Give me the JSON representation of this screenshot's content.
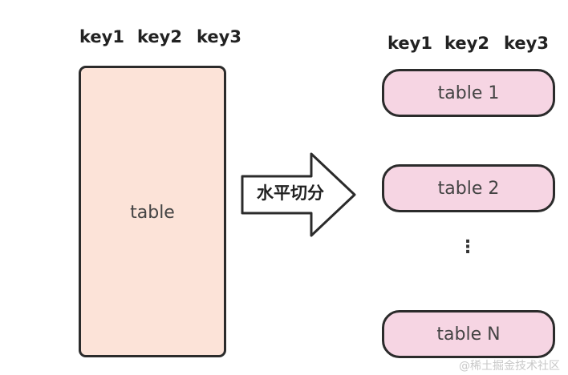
{
  "left": {
    "keys": [
      "key1",
      "key2",
      "key3"
    ],
    "table_label": "table"
  },
  "arrow": {
    "label": "水平切分"
  },
  "right": {
    "keys": [
      "key1",
      "key2",
      "key3"
    ],
    "shards": [
      {
        "label": "table 1"
      },
      {
        "label": "table 2"
      },
      {
        "label": "table N"
      }
    ],
    "ellipsis": "⋮"
  },
  "watermark": "@稀土掘金技术社区",
  "colors": {
    "source_fill": "#fce3d8",
    "shard_fill": "#f6d5e3",
    "stroke": "#2b2b2b"
  }
}
